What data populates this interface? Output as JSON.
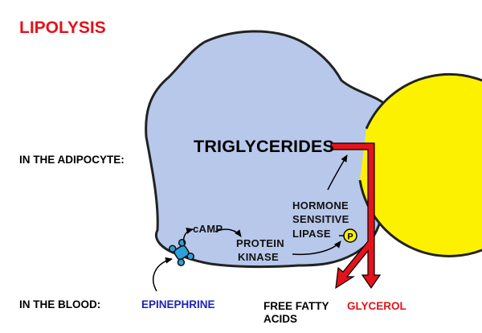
{
  "title": "LIPOLYSIS",
  "rows": {
    "adipocyte_label": "IN THE ADIPOCYTE:",
    "blood_label": "IN THE BLOOD:"
  },
  "cell": {
    "fat_droplet_label": "TRIGLYCERIDES",
    "camp_label": "cAMP",
    "protein_kinase_line1": "PROTEIN",
    "protein_kinase_line2": "KINASE",
    "hsl_line1": "HORMONE",
    "hsl_line2": "SENSITIVE",
    "hsl_line3": "LIPASE",
    "phosphate_symbol": "P"
  },
  "blood": {
    "hormone_label": "EPINEPHRINE",
    "products": {
      "fatty_acids_line1": "FREE FATTY",
      "fatty_acids_line2": "ACIDS",
      "glycerol_label": "GLYCEROL"
    }
  },
  "colors": {
    "title": "#e3131b",
    "cell_fill": "#b7c8eb",
    "droplet_fill": "#fcf200",
    "epinephrine": "#1d23b8",
    "glycerol": "#e3131b",
    "product_arrow": "#e3131b",
    "receptor": "#2e9fd8"
  }
}
